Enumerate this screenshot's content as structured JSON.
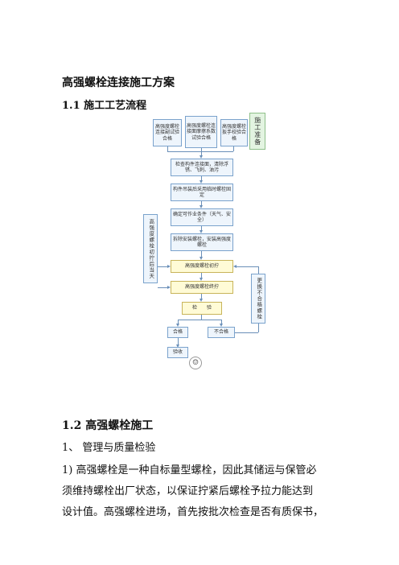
{
  "doc": {
    "title": "高强螺栓连接施工方案",
    "section1": "1.1 施工工艺流程",
    "section2": "1.2 高强螺栓施工",
    "item1": "1、 管理与质量检验",
    "para_lines": [
      "1) 高强螺栓是一种自标量型螺栓，因此其储运与保管必",
      "须维持螺栓出厂状态，以保证拧紧后螺栓予拉力能达到",
      "设计值。高强螺栓进场，首先按批次检查是否有质保书，"
    ]
  },
  "flow": {
    "top1": "高强度螺栓连接副试验合格",
    "top2": "高强度螺栓连接面摩擦系数试验合格",
    "top3": "高强度螺栓扳手校验合格",
    "prep": "施工准备",
    "s1": "检查构件连接面，清除浮锈、飞刺、油污",
    "s2": "构件吊装后采用临时螺栓固定",
    "s3": "确定可作业条件（天气、安全）",
    "s4": "拆除安装螺栓，安装高强度螺栓",
    "s5": "高强度螺栓初拧",
    "s6": "高强度螺栓终拧",
    "s7": "检　　验",
    "ok": "合格",
    "ng": "不合格",
    "accept": "验收",
    "left_note": "高强度螺栓初拧后当天",
    "right_note": "更换不合格螺栓",
    "face": "☺"
  }
}
